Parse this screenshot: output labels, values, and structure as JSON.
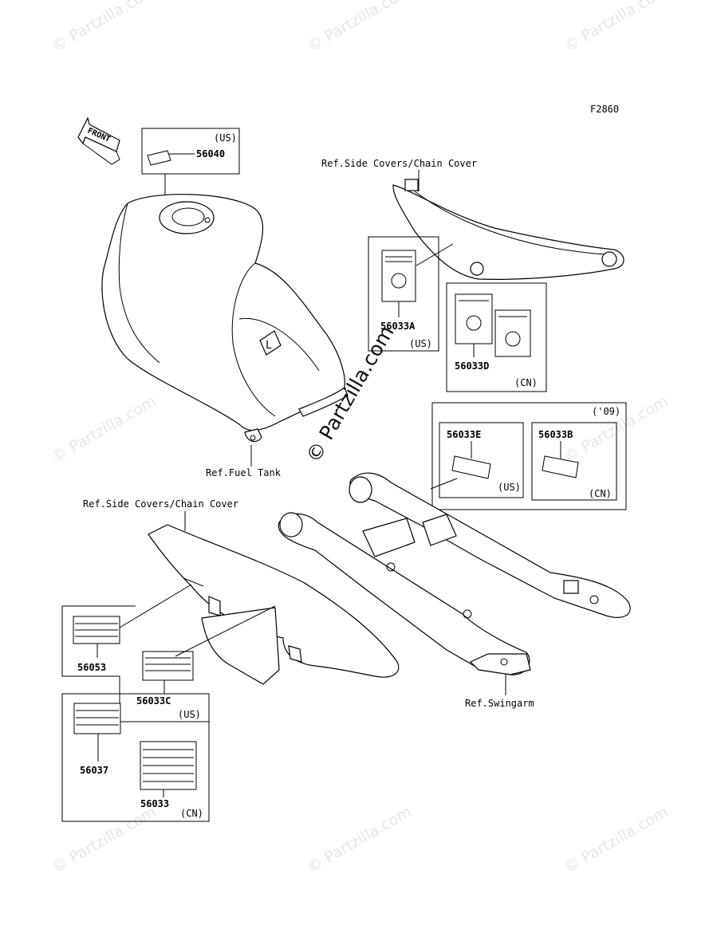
{
  "figure_id": "F2860",
  "watermark_main": "© Partzilla.com",
  "watermark_small": "© Partzilla.com",
  "front_label": "FRONT",
  "refs": {
    "side_covers_top": "Ref.Side Covers/Chain Cover",
    "side_covers_left": "Ref.Side Covers/Chain Cover",
    "fuel_tank": "Ref.Fuel Tank",
    "swingarm": "Ref.Swingarm"
  },
  "parts": [
    {
      "number": "56040",
      "region": "(US)"
    },
    {
      "number": "56033A",
      "region": "(US)"
    },
    {
      "number": "56033D",
      "region": "(CN)"
    },
    {
      "number": "56033E",
      "region": "(US)"
    },
    {
      "number": "56033B",
      "region": "(CN)"
    },
    {
      "number": "56053",
      "region": ""
    },
    {
      "number": "56033C",
      "region": "(US)"
    },
    {
      "number": "56037",
      "region": ""
    },
    {
      "number": "56033",
      "region": "(CN)"
    }
  ],
  "year_tag": "('09)"
}
